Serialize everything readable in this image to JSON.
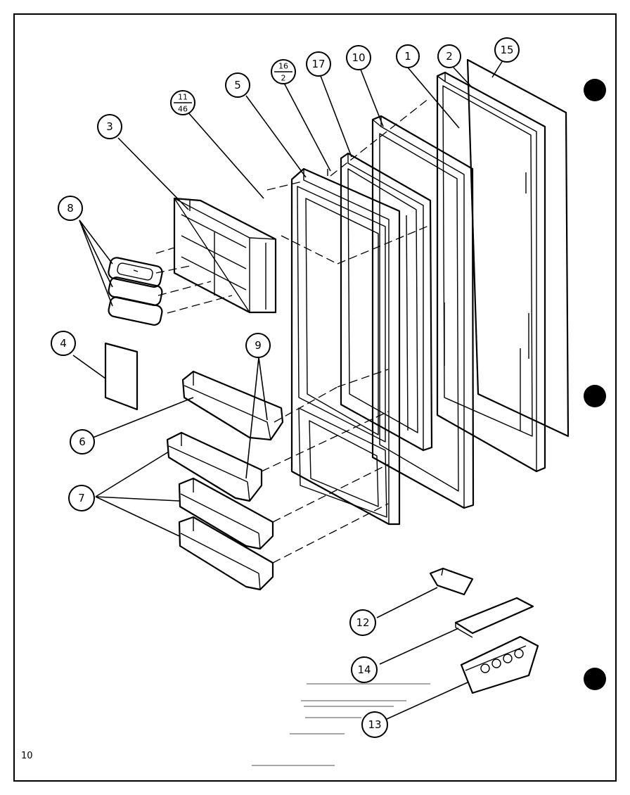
{
  "callouts": [
    {
      "id": "c1",
      "text": "1"
    },
    {
      "id": "c2",
      "text": "2"
    },
    {
      "id": "c3",
      "text": "3"
    },
    {
      "id": "c4",
      "text": "4"
    },
    {
      "id": "c5",
      "text": "5"
    },
    {
      "id": "c6",
      "text": "6"
    },
    {
      "id": "c7",
      "text": "7"
    },
    {
      "id": "c8",
      "text": "8"
    },
    {
      "id": "c9",
      "text": "9"
    },
    {
      "id": "c10",
      "text": "10"
    },
    {
      "id": "c12",
      "text": "12"
    },
    {
      "id": "c13",
      "text": "13"
    },
    {
      "id": "c14",
      "text": "14"
    },
    {
      "id": "c15",
      "text": "15"
    },
    {
      "id": "c17",
      "text": "17"
    }
  ],
  "fraction_callouts": [
    {
      "id": "f11",
      "top": "11",
      "bottom": "46"
    },
    {
      "id": "f16",
      "top": "16",
      "bottom": "2"
    }
  ],
  "page_number": "10",
  "colors": {
    "ink": "#000000",
    "paper": "#ffffff"
  }
}
